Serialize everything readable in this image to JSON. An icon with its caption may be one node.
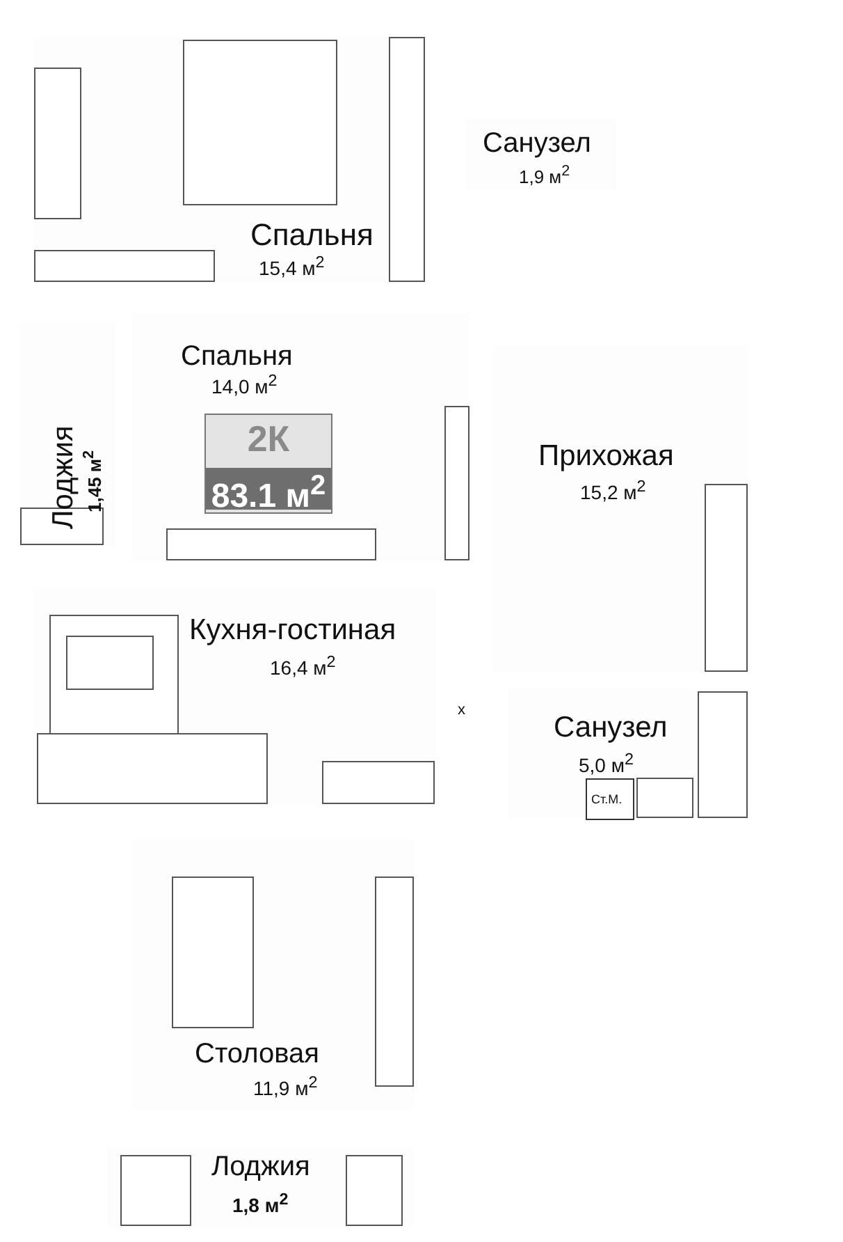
{
  "diagram": {
    "nodes": [
      {
        "text": [
          "Спальня",
          "15,4 м$^{2}$"
        ]
      },
      {
        "text": [
          "Санузел",
          "1,9 м$^{2}$"
        ]
      },
      {
        "text": [
          "Спальня",
          "14,0 м$^{2}$"
        ]
      },
      {
        "text": [
          "Лоджия",
          "1,45 м$^{2}$"
        ]
      },
      {
        "text": [
          "2К",
          "83.1 м$^{2}$"
        ],
        "in": 2
      },
      {
        "text": [
          "Прихожая",
          "15,2 м$^{2}$"
        ]
      },
      {
        "text": [
          "Кухня-гостиная",
          "16,4 м$^{2}$"
        ]
      },
      {
        "text": [
          "Санузел",
          "5,0 м$^{2}$"
        ]
      },
      {
        "text": [
          "Ст.М."
        ],
        "in": 7
      },
      {
        "text": [
          "Столовая",
          "11,9 м$^{2}$"
        ]
      },
      {
        "text": [
          "Лоджия",
          "1,8 м$^{2}$"
        ]
      }
    ],
    "edges": [],
    "labels": [
      "x"
    ]
  }
}
